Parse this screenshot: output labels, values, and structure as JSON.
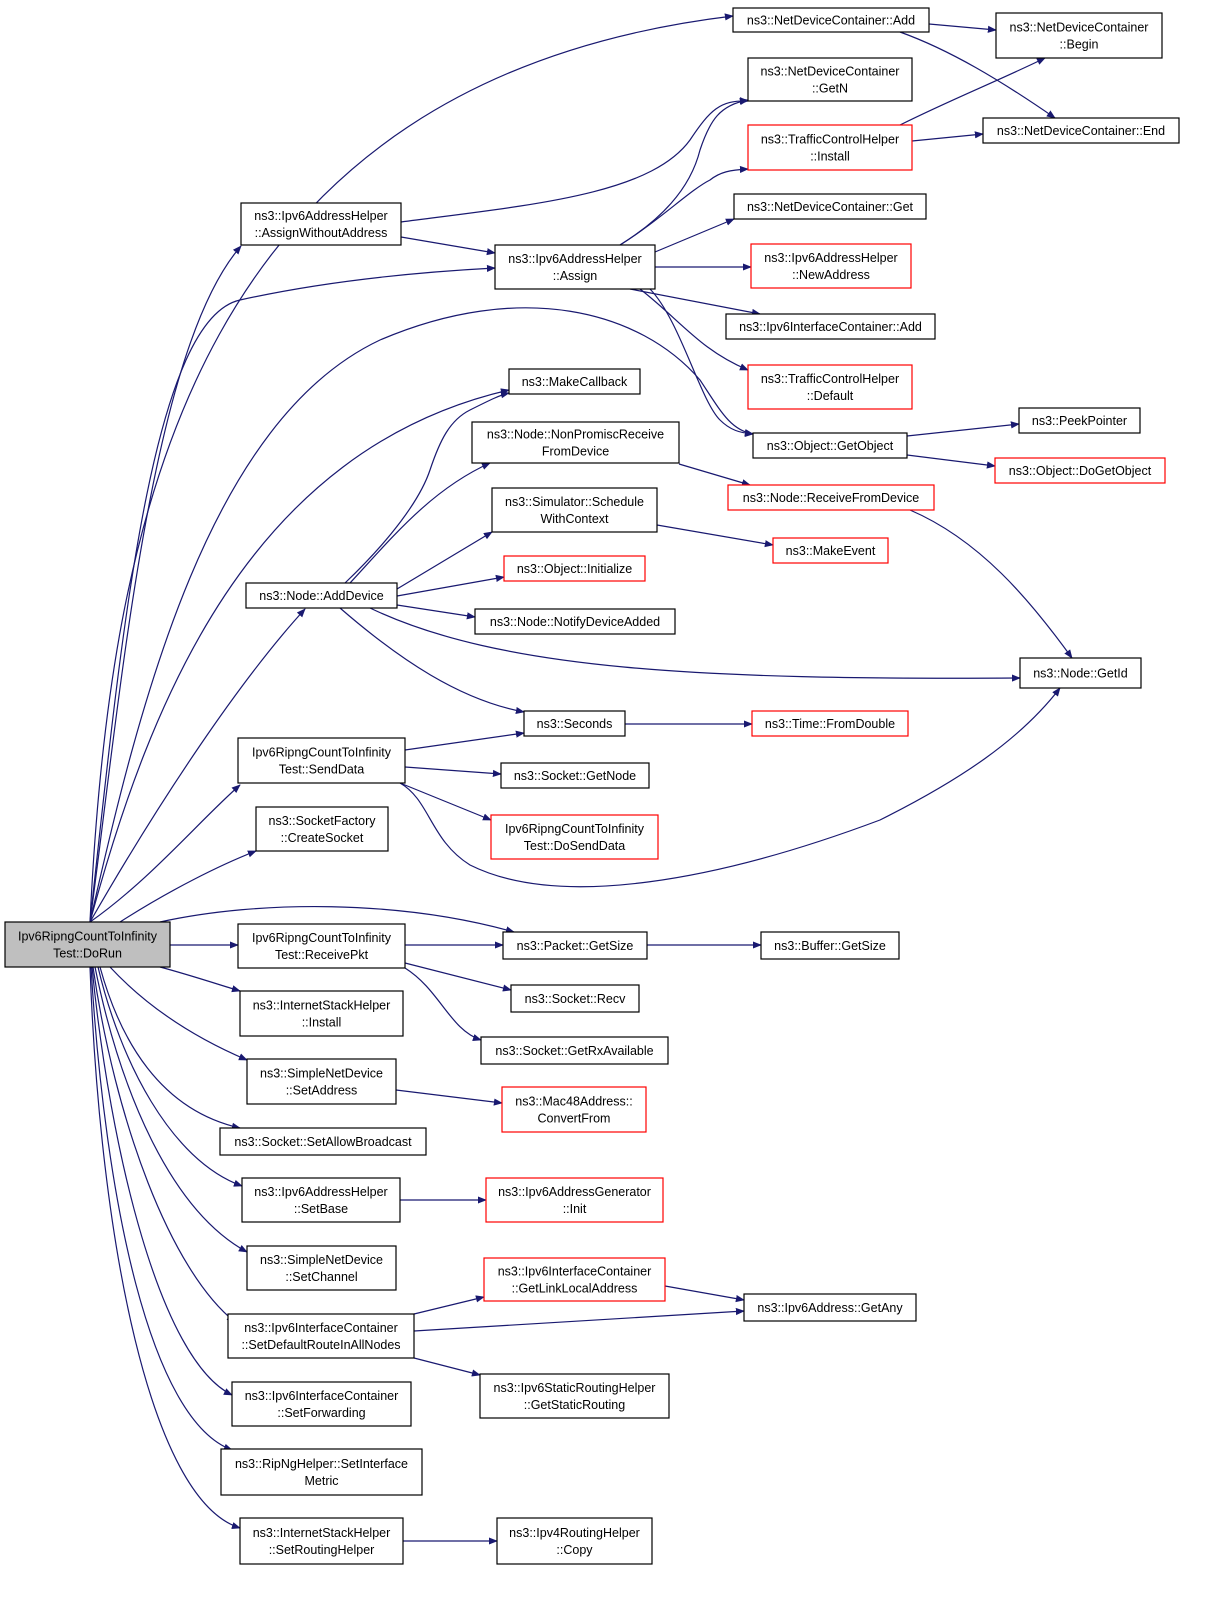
{
  "diagram": {
    "title": "",
    "colors": {
      "edge": "#191970",
      "normal_border": "#000000",
      "truncated_border": "#ff0000",
      "root_fill": "#bfbfbf",
      "node_fill": "#ffffff"
    },
    "nodes": [
      {
        "id": "root",
        "lines": [
          "Ipv6RipngCountToInfinity",
          "Test::DoRun"
        ],
        "style": "root"
      },
      {
        "id": "ndc_add",
        "lines": [
          "ns3::NetDeviceContainer::Add"
        ],
        "style": "normal"
      },
      {
        "id": "ndc_begin",
        "lines": [
          "ns3::NetDeviceContainer",
          "::Begin"
        ],
        "style": "normal"
      },
      {
        "id": "ndc_getn",
        "lines": [
          "ns3::NetDeviceContainer",
          "::GetN"
        ],
        "style": "normal"
      },
      {
        "id": "tch_install",
        "lines": [
          "ns3::TrafficControlHelper",
          "::Install"
        ],
        "style": "truncated"
      },
      {
        "id": "ndc_end",
        "lines": [
          "ns3::NetDeviceContainer::End"
        ],
        "style": "normal"
      },
      {
        "id": "aah_awa",
        "lines": [
          "ns3::Ipv6AddressHelper",
          "::AssignWithoutAddress"
        ],
        "style": "normal"
      },
      {
        "id": "ndc_get",
        "lines": [
          "ns3::NetDeviceContainer::Get"
        ],
        "style": "normal"
      },
      {
        "id": "aah_assign",
        "lines": [
          "ns3::Ipv6AddressHelper",
          "::Assign"
        ],
        "style": "normal"
      },
      {
        "id": "aah_newaddr",
        "lines": [
          "ns3::Ipv6AddressHelper",
          "::NewAddress"
        ],
        "style": "truncated"
      },
      {
        "id": "ic_add",
        "lines": [
          "ns3::Ipv6InterfaceContainer::Add"
        ],
        "style": "normal"
      },
      {
        "id": "tch_default",
        "lines": [
          "ns3::TrafficControlHelper",
          "::Default"
        ],
        "style": "truncated"
      },
      {
        "id": "makecallback",
        "lines": [
          "ns3::MakeCallback"
        ],
        "style": "normal"
      },
      {
        "id": "peekpointer",
        "lines": [
          "ns3::PeekPointer"
        ],
        "style": "normal"
      },
      {
        "id": "node_npr",
        "lines": [
          "ns3::Node::NonPromiscReceive",
          "FromDevice"
        ],
        "style": "normal"
      },
      {
        "id": "obj_getobject",
        "lines": [
          "ns3::Object::GetObject"
        ],
        "style": "normal"
      },
      {
        "id": "obj_dogetobject",
        "lines": [
          "ns3::Object::DoGetObject"
        ],
        "style": "truncated"
      },
      {
        "id": "node_rfd",
        "lines": [
          "ns3::Node::ReceiveFromDevice"
        ],
        "style": "truncated"
      },
      {
        "id": "sim_swc",
        "lines": [
          "ns3::Simulator::Schedule",
          "WithContext"
        ],
        "style": "normal"
      },
      {
        "id": "makeevent",
        "lines": [
          "ns3::MakeEvent"
        ],
        "style": "truncated"
      },
      {
        "id": "obj_init",
        "lines": [
          "ns3::Object::Initialize"
        ],
        "style": "truncated"
      },
      {
        "id": "node_adddevice",
        "lines": [
          "ns3::Node::AddDevice"
        ],
        "style": "normal"
      },
      {
        "id": "node_nda",
        "lines": [
          "ns3::Node::NotifyDeviceAdded"
        ],
        "style": "normal"
      },
      {
        "id": "node_getid",
        "lines": [
          "ns3::Node::GetId"
        ],
        "style": "normal"
      },
      {
        "id": "seconds",
        "lines": [
          "ns3::Seconds"
        ],
        "style": "normal"
      },
      {
        "id": "time_fromdouble",
        "lines": [
          "ns3::Time::FromDouble"
        ],
        "style": "truncated"
      },
      {
        "id": "senddata",
        "lines": [
          "Ipv6RipngCountToInfinity",
          "Test::SendData"
        ],
        "style": "normal"
      },
      {
        "id": "socket_getnode",
        "lines": [
          "ns3::Socket::GetNode"
        ],
        "style": "normal"
      },
      {
        "id": "dosenddata",
        "lines": [
          "Ipv6RipngCountToInfinity",
          "Test::DoSendData"
        ],
        "style": "truncated"
      },
      {
        "id": "sf_createsocket",
        "lines": [
          "ns3::SocketFactory",
          "::CreateSocket"
        ],
        "style": "normal"
      },
      {
        "id": "receivepkt",
        "lines": [
          "Ipv6RipngCountToInfinity",
          "Test::ReceivePkt"
        ],
        "style": "normal"
      },
      {
        "id": "packet_getsize",
        "lines": [
          "ns3::Packet::GetSize"
        ],
        "style": "normal"
      },
      {
        "id": "buffer_getsize",
        "lines": [
          "ns3::Buffer::GetSize"
        ],
        "style": "normal"
      },
      {
        "id": "socket_recv",
        "lines": [
          "ns3::Socket::Recv"
        ],
        "style": "normal"
      },
      {
        "id": "ish_install",
        "lines": [
          "ns3::InternetStackHelper",
          "::Install"
        ],
        "style": "normal"
      },
      {
        "id": "socket_grxa",
        "lines": [
          "ns3::Socket::GetRxAvailable"
        ],
        "style": "normal"
      },
      {
        "id": "snd_setaddress",
        "lines": [
          "ns3::SimpleNetDevice",
          "::SetAddress"
        ],
        "style": "normal"
      },
      {
        "id": "mac48_convert",
        "lines": [
          "ns3::Mac48Address::",
          "ConvertFrom"
        ],
        "style": "truncated"
      },
      {
        "id": "socket_sab",
        "lines": [
          "ns3::Socket::SetAllowBroadcast"
        ],
        "style": "normal"
      },
      {
        "id": "aah_setbase",
        "lines": [
          "ns3::Ipv6AddressHelper",
          "::SetBase"
        ],
        "style": "normal"
      },
      {
        "id": "iag_init",
        "lines": [
          "ns3::Ipv6AddressGenerator",
          "::Init"
        ],
        "style": "truncated"
      },
      {
        "id": "snd_setchannel",
        "lines": [
          "ns3::SimpleNetDevice",
          "::SetChannel"
        ],
        "style": "normal"
      },
      {
        "id": "ic_gll",
        "lines": [
          "ns3::Ipv6InterfaceContainer",
          "::GetLinkLocalAddress"
        ],
        "style": "truncated"
      },
      {
        "id": "ipv6addr_getany",
        "lines": [
          "ns3::Ipv6Address::GetAny"
        ],
        "style": "normal"
      },
      {
        "id": "ic_sdr",
        "lines": [
          "ns3::Ipv6InterfaceContainer",
          "::SetDefaultRouteInAllNodes"
        ],
        "style": "normal"
      },
      {
        "id": "isrh_gsr",
        "lines": [
          "ns3::Ipv6StaticRoutingHelper",
          "::GetStaticRouting"
        ],
        "style": "normal"
      },
      {
        "id": "ic_setfwd",
        "lines": [
          "ns3::Ipv6InterfaceContainer",
          "::SetForwarding"
        ],
        "style": "normal"
      },
      {
        "id": "ripng_sim",
        "lines": [
          "ns3::RipNgHelper::SetInterface",
          "Metric"
        ],
        "style": "normal"
      },
      {
        "id": "ish_srh",
        "lines": [
          "ns3::InternetStackHelper",
          "::SetRoutingHelper"
        ],
        "style": "normal"
      },
      {
        "id": "irh_copy",
        "lines": [
          "ns3::Ipv4RoutingHelper",
          "::Copy"
        ],
        "style": "normal"
      }
    ],
    "edges": [
      [
        "root",
        "ndc_add"
      ],
      [
        "root",
        "aah_awa"
      ],
      [
        "root",
        "aah_assign"
      ],
      [
        "root",
        "obj_getobject"
      ],
      [
        "root",
        "makecallback"
      ],
      [
        "root",
        "node_adddevice"
      ],
      [
        "root",
        "senddata"
      ],
      [
        "root",
        "sf_createsocket"
      ],
      [
        "root",
        "packet_getsize"
      ],
      [
        "root",
        "receivepkt"
      ],
      [
        "root",
        "ish_install"
      ],
      [
        "root",
        "snd_setaddress"
      ],
      [
        "root",
        "socket_sab"
      ],
      [
        "root",
        "aah_setbase"
      ],
      [
        "root",
        "snd_setchannel"
      ],
      [
        "root",
        "ic_sdr"
      ],
      [
        "root",
        "ic_setfwd"
      ],
      [
        "root",
        "ripng_sim"
      ],
      [
        "root",
        "ish_srh"
      ],
      [
        "ndc_add",
        "ndc_begin"
      ],
      [
        "ndc_add",
        "ndc_end"
      ],
      [
        "tch_install",
        "ndc_begin"
      ],
      [
        "tch_install",
        "ndc_end"
      ],
      [
        "aah_awa",
        "ndc_getn"
      ],
      [
        "aah_awa",
        "aah_assign"
      ],
      [
        "aah_assign",
        "ndc_getn"
      ],
      [
        "aah_assign",
        "tch_install"
      ],
      [
        "aah_assign",
        "ndc_get"
      ],
      [
        "aah_assign",
        "aah_newaddr"
      ],
      [
        "aah_assign",
        "ic_add"
      ],
      [
        "aah_assign",
        "tch_default"
      ],
      [
        "aah_assign",
        "obj_getobject"
      ],
      [
        "obj_getobject",
        "peekpointer"
      ],
      [
        "obj_getobject",
        "obj_dogetobject"
      ],
      [
        "node_npr",
        "node_rfd"
      ],
      [
        "node_rfd",
        "node_getid"
      ],
      [
        "sim_swc",
        "makeevent"
      ],
      [
        "node_adddevice",
        "makecallback"
      ],
      [
        "node_adddevice",
        "node_npr"
      ],
      [
        "node_adddevice",
        "sim_swc"
      ],
      [
        "node_adddevice",
        "obj_init"
      ],
      [
        "node_adddevice",
        "node_nda"
      ],
      [
        "node_adddevice",
        "node_getid"
      ],
      [
        "node_adddevice",
        "seconds"
      ],
      [
        "seconds",
        "time_fromdouble"
      ],
      [
        "senddata",
        "seconds"
      ],
      [
        "senddata",
        "socket_getnode"
      ],
      [
        "senddata",
        "dosenddata"
      ],
      [
        "senddata",
        "node_getid"
      ],
      [
        "receivepkt",
        "packet_getsize"
      ],
      [
        "receivepkt",
        "socket_recv"
      ],
      [
        "receivepkt",
        "socket_grxa"
      ],
      [
        "packet_getsize",
        "buffer_getsize"
      ],
      [
        "snd_setaddress",
        "mac48_convert"
      ],
      [
        "aah_setbase",
        "iag_init"
      ],
      [
        "ic_gll",
        "ipv6addr_getany"
      ],
      [
        "ic_sdr",
        "ic_gll"
      ],
      [
        "ic_sdr",
        "ipv6addr_getany"
      ],
      [
        "ic_sdr",
        "isrh_gsr"
      ],
      [
        "ish_srh",
        "irh_copy"
      ]
    ]
  }
}
